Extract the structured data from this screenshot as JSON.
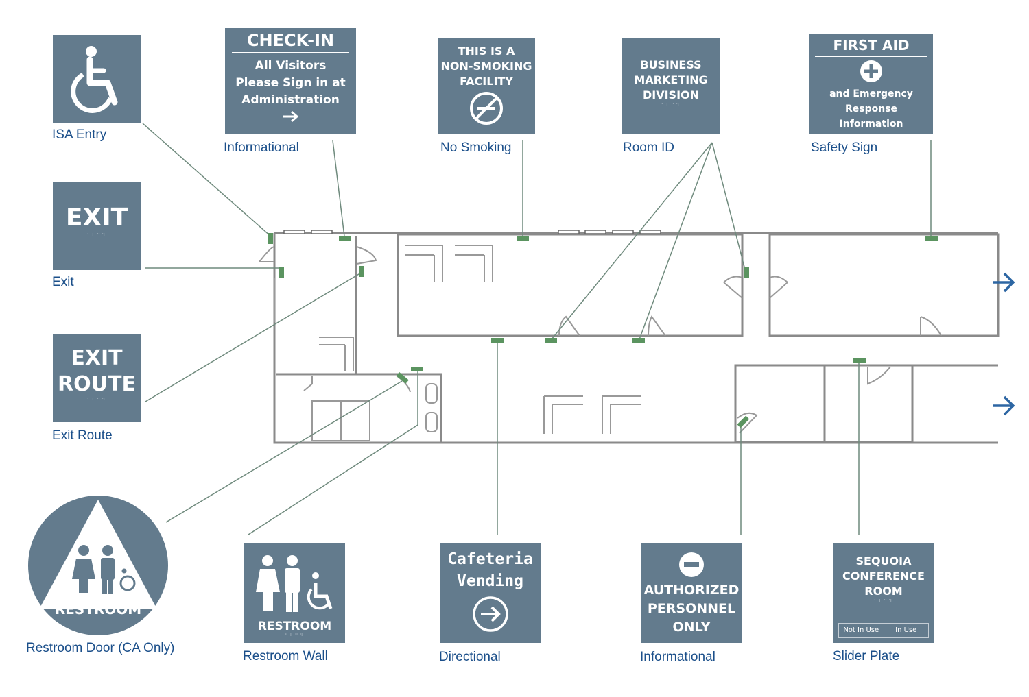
{
  "signs": {
    "isa_entry": {
      "caption": "ISA Entry",
      "icon": "wheelchair-icon"
    },
    "check_in": {
      "title": "CHECK-IN",
      "line1": "All Visitors",
      "line2": "Please Sign in at",
      "line3": "Administration",
      "caption": "Informational",
      "icon": "arrow-right-icon"
    },
    "no_smoking": {
      "line1": "THIS IS A",
      "line2": "NON-SMOKING",
      "line3": "FACILITY",
      "caption": "No Smoking",
      "icon": "no-smoking-icon"
    },
    "room_id": {
      "line1": "BUSINESS",
      "line2": "MARKETING",
      "line3": "DIVISION",
      "caption": "Room ID"
    },
    "first_aid": {
      "title": "FIRST AID",
      "line1": "and Emergency",
      "line2": "Response",
      "line3": "Information",
      "caption": "Safety Sign",
      "icon": "first-aid-cross-icon"
    },
    "exit": {
      "title": "EXIT",
      "caption": "Exit"
    },
    "exit_route": {
      "line1": "EXIT",
      "line2": "ROUTE",
      "caption": "Exit Route"
    },
    "restroom_door": {
      "title": "RESTROOM",
      "caption": "Restroom Door (CA Only)",
      "icon": "restroom-figures-icon"
    },
    "restroom_wall": {
      "title": "RESTROOM",
      "caption": "Restroom Wall",
      "icon": "restroom-figures-icon"
    },
    "cafeteria": {
      "line1": "Cafeteria",
      "line2": "Vending",
      "caption": "Directional",
      "icon": "arrow-circle-right-icon"
    },
    "authorized": {
      "line1": "AUTHORIZED",
      "line2": "PERSONNEL",
      "line3": "ONLY",
      "caption": "Informational",
      "icon": "do-not-enter-icon"
    },
    "sequoia": {
      "line1": "SEQUOIA",
      "line2": "CONFERENCE",
      "line3": "ROOM",
      "slider_left": "Not In Use",
      "slider_right": "In Use",
      "caption": "Slider Plate"
    }
  },
  "braille_text": "⠁⠃⠉⠙",
  "colors": {
    "sign": "#637b8d",
    "caption": "#1b4f8a",
    "wall": "#8a8a8a",
    "marker": "#5b9460",
    "leader": "#6f8a7d",
    "arrow": "#2d66a3"
  }
}
